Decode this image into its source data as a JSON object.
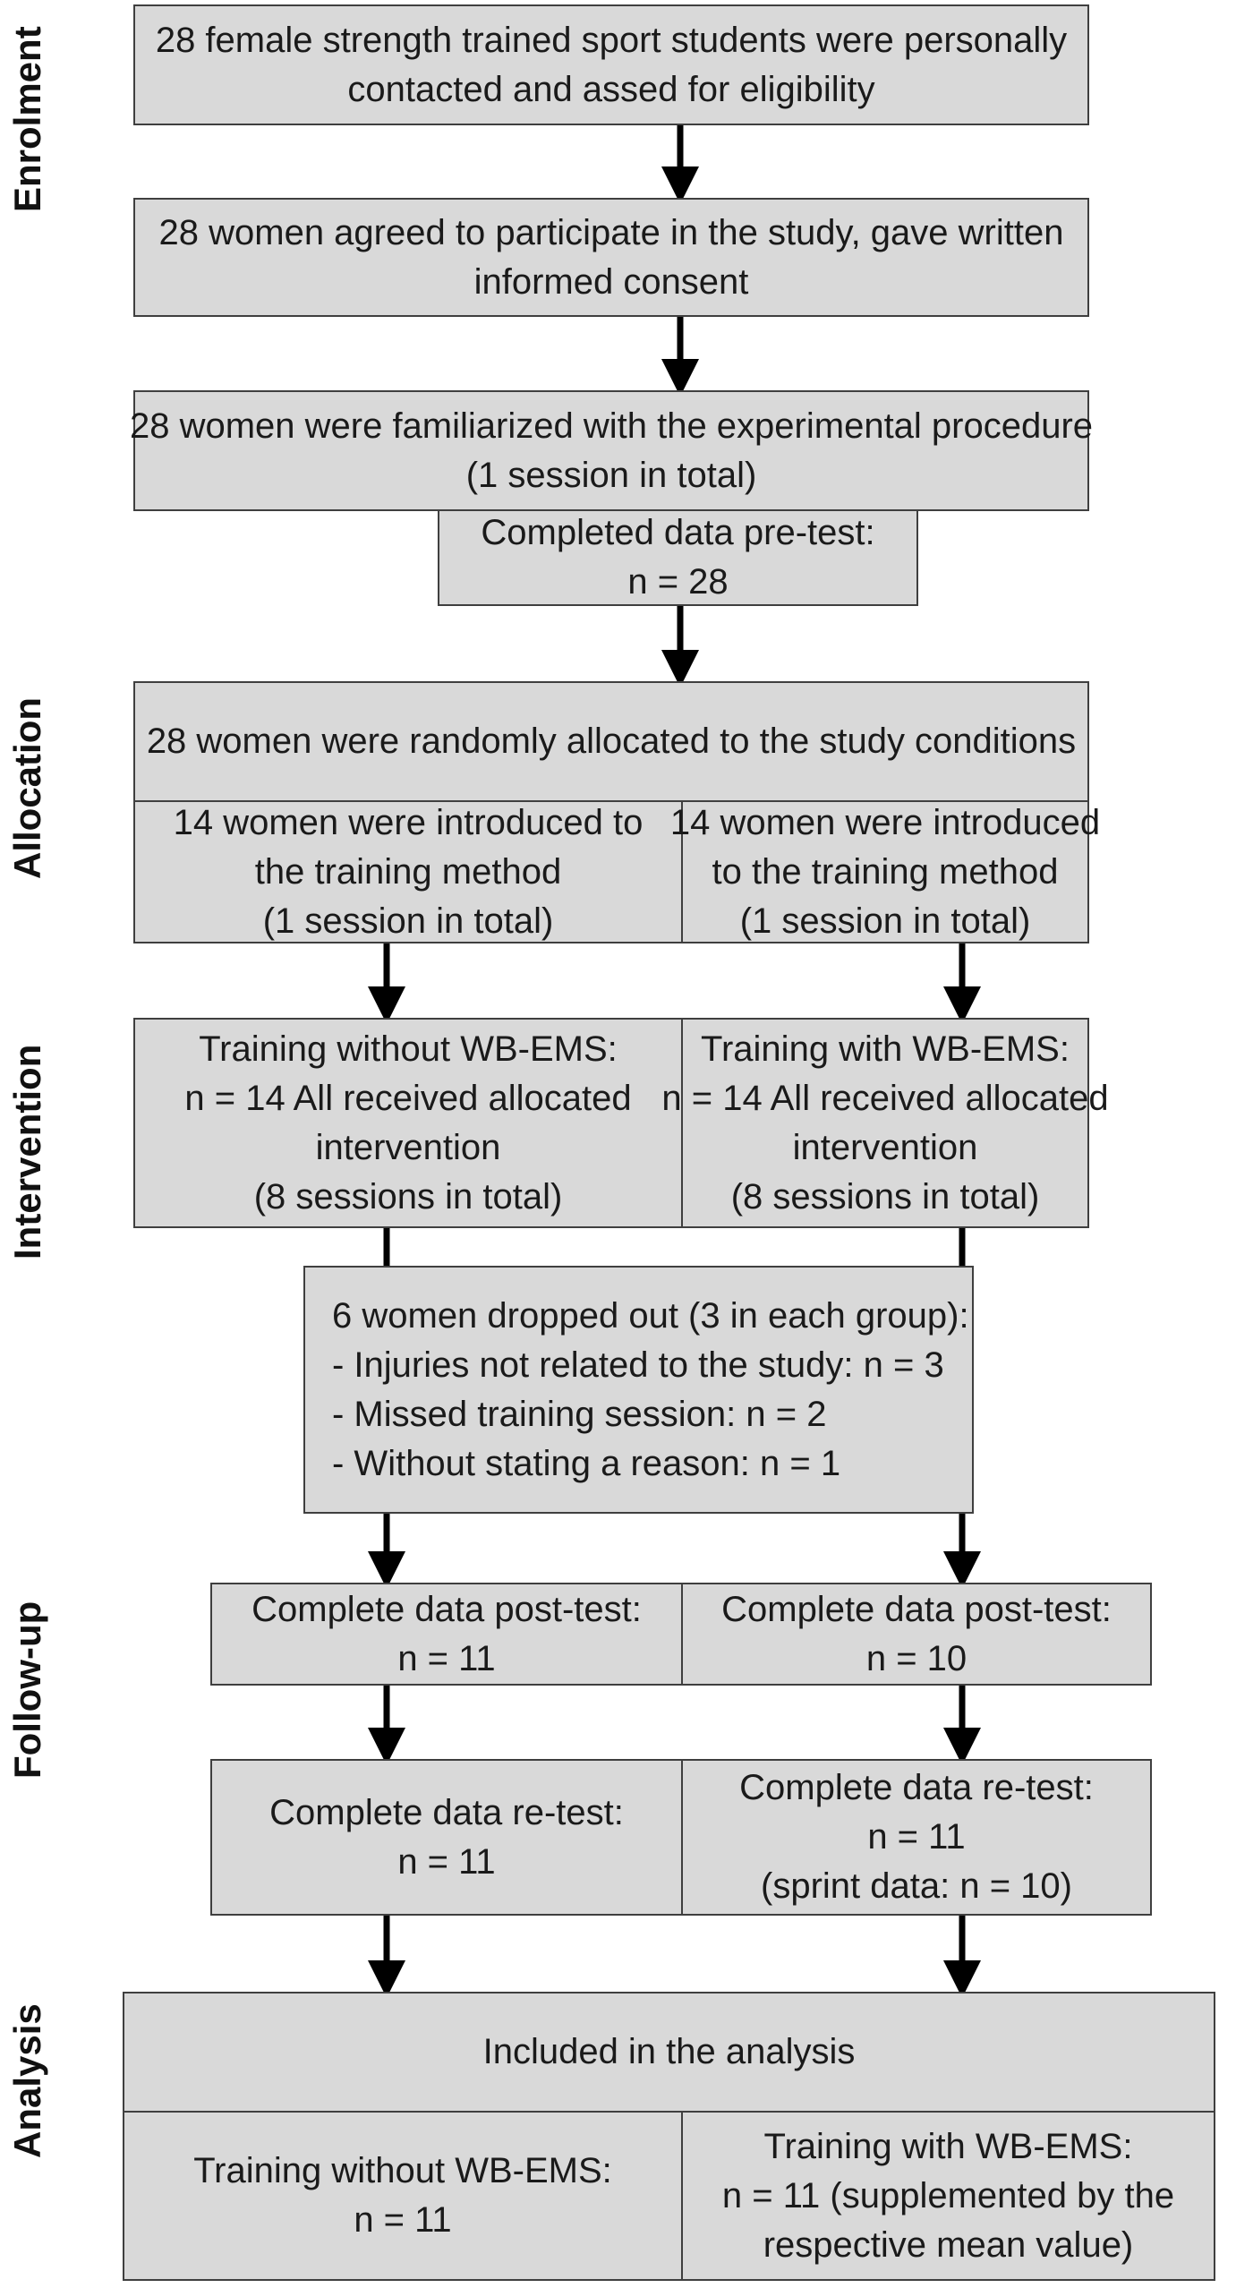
{
  "phases": {
    "enrolment": "Enrolment",
    "allocation": "Allocation",
    "intervention": "Intervention",
    "follow_up": "Follow-up",
    "analysis": "Analysis"
  },
  "boxes": {
    "eligibility": [
      "28 female strength trained sport students were personally",
      "contacted and assed for eligibility"
    ],
    "consent": [
      "28 women agreed to participate in the study, gave written",
      "informed consent"
    ],
    "familiarized": [
      "28 women were familiarized with the experimental procedure",
      "(1 session in total)"
    ],
    "pretest": [
      "Completed data pre-test:",
      "n = 28"
    ],
    "randomized": [
      "28 women were randomly allocated to the study conditions"
    ],
    "intro_left": [
      "14 women were introduced to",
      "the training method",
      "(1 session in total)"
    ],
    "intro_right": [
      "14 women were introduced",
      "to the training method",
      "(1 session in total)"
    ],
    "training_left": [
      "Training without WB-EMS:",
      "n = 14 All received allocated",
      "intervention",
      "(8 sessions in total)"
    ],
    "training_right": [
      "Training with WB-EMS:",
      "n = 14 All received allocated",
      "intervention",
      "(8 sessions in total)"
    ],
    "dropout": [
      "6 women dropped out (3 in each group):",
      "- Injuries not related to the study: n = 3",
      "- Missed training session: n = 2",
      "- Without stating a reason: n = 1"
    ],
    "posttest_left": [
      "Complete data post-test:",
      "n = 11"
    ],
    "posttest_right": [
      "Complete data post-test:",
      "n = 10"
    ],
    "retest_left": [
      "Complete data re-test:",
      "n = 11"
    ],
    "retest_right": [
      "Complete data re-test:",
      "n = 11",
      "(sprint data: n = 10)"
    ],
    "included": [
      "Included in the analysis"
    ],
    "analysis_left": [
      "Training without WB-EMS:",
      "n = 11"
    ],
    "analysis_right": [
      "Training with WB-EMS:",
      "n = 11 (supplemented by the",
      "respective mean value)"
    ]
  },
  "colors": {
    "box_fill": "#d9d9d9",
    "box_border": "#3f3f3f",
    "arrow": "#000000",
    "text": "#1a1a1a"
  }
}
